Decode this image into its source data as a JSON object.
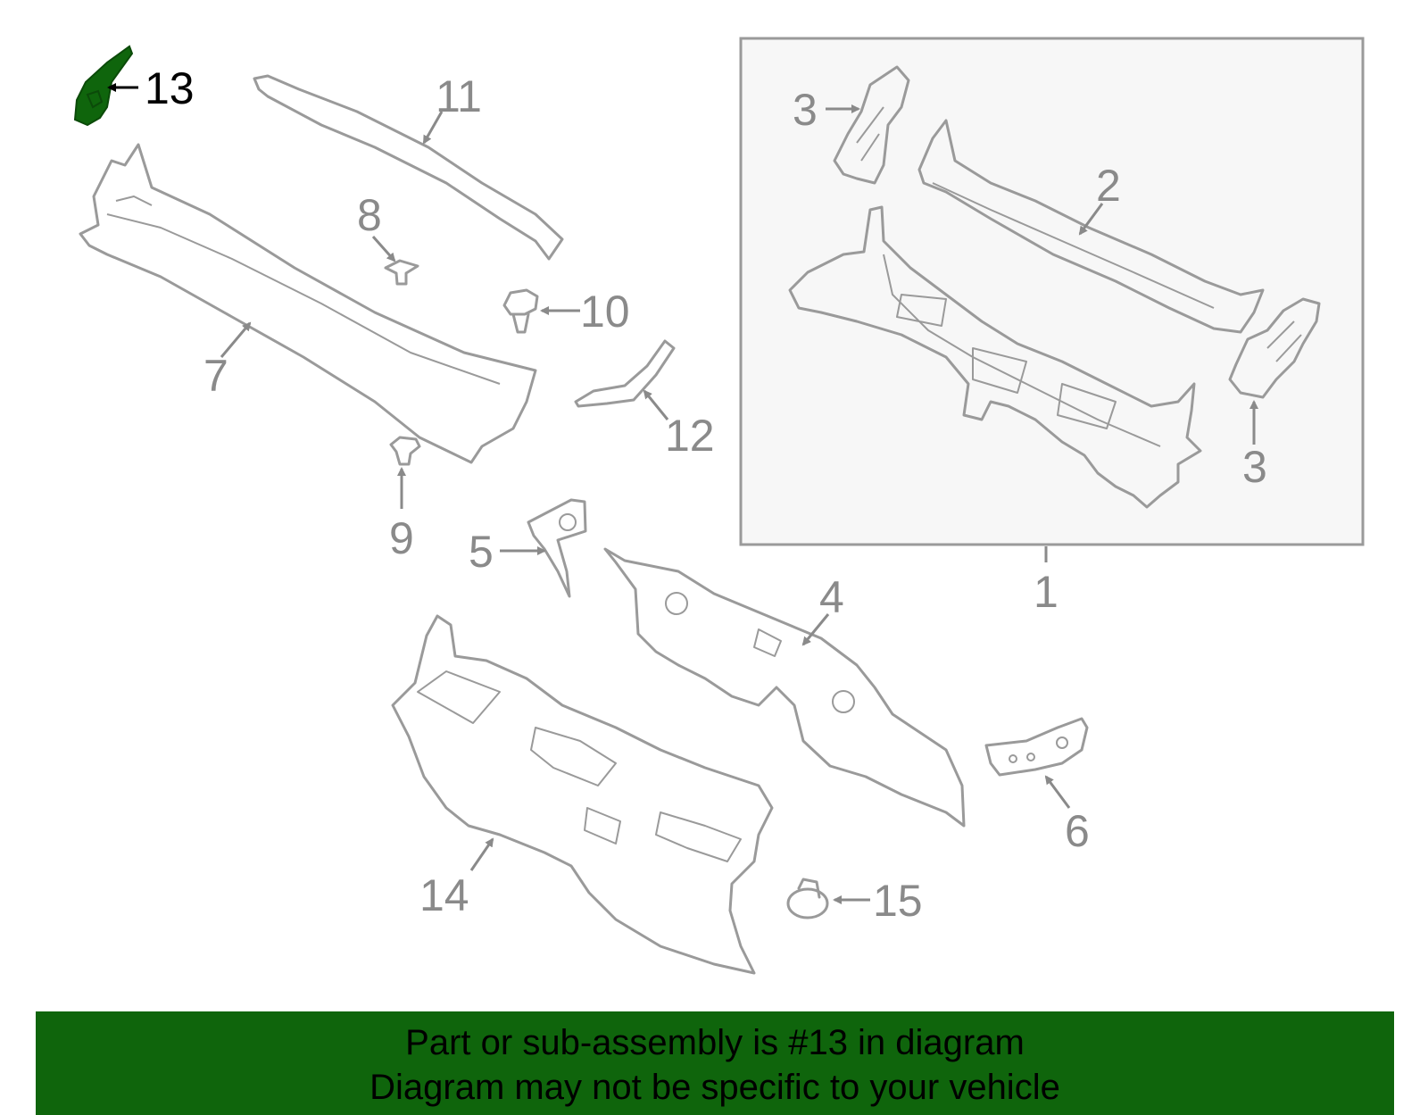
{
  "diagram": {
    "callouts": {
      "c1": "1",
      "c2": "2",
      "c3a": "3",
      "c3b": "3",
      "c4": "4",
      "c5": "5",
      "c6": "6",
      "c7": "7",
      "c8": "8",
      "c9": "9",
      "c10": "10",
      "c11": "11",
      "c12": "12",
      "c13": "13",
      "c14": "14",
      "c15": "15"
    },
    "highlight_part": "13",
    "colors": {
      "line": "#9a9a9a",
      "highlight_fill": "#0f650c",
      "box_fill": "#f7f7f7"
    }
  },
  "banner": {
    "line1": "Part or sub-assembly is #13 in diagram",
    "line2": "Diagram may not be specific to your vehicle",
    "background": "#0f650c"
  }
}
